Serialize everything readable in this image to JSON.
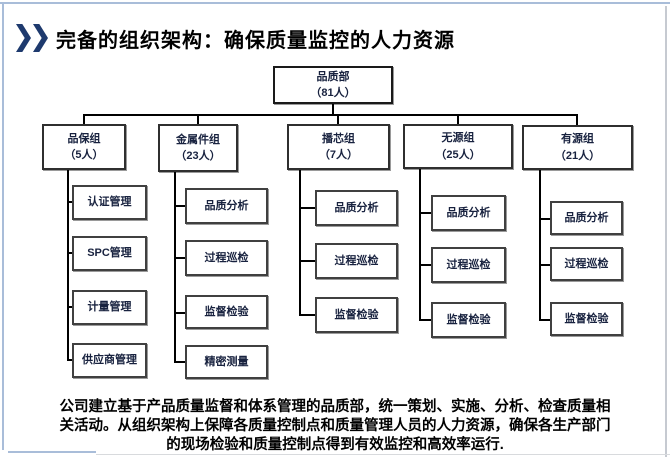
{
  "slide": {
    "title": "完备的组织架构：确保质量监控的人力资源",
    "chevron_icon": "double-right-chevron"
  },
  "colors": {
    "accent_navy": "#1e3a6e",
    "box_text_navy": "#18223f",
    "connector_black": "#000000",
    "frame_blue": "#a9bdd9",
    "frame_gray": "#c6cad1"
  },
  "org_chart": {
    "type": "org-tree",
    "root": {
      "name": "品质部",
      "count": "（81人）"
    },
    "groups": [
      {
        "name": "品保组",
        "count": "（5人）",
        "children": [
          "认证管理",
          "SPC管理",
          "计量管理",
          "供应商管理"
        ]
      },
      {
        "name": "金属件组",
        "count": "（23人）",
        "children": [
          "品质分析",
          "过程巡检",
          "监督检验",
          "精密测量"
        ]
      },
      {
        "name": "播芯组",
        "count": "（7人）",
        "children": [
          "品质分析",
          "过程巡检",
          "监督检验"
        ]
      },
      {
        "name": "无源组",
        "count": "（25人）",
        "children": [
          "品质分析",
          "过程巡检",
          "监督检验"
        ]
      },
      {
        "name": "有源组",
        "count": "（21人）",
        "children": [
          "品质分析",
          "过程巡检",
          "监督检验"
        ]
      }
    ]
  },
  "footer": {
    "lines": [
      "公司建立基于产品质量监督和体系管理的品质部，统一策划、实施、分析、检查质量相",
      "关活动。从组织架构上保障各质量控制点和质量管理人员的人力资源，确保各生产部门",
      "的现场检验和质量控制点得到有效监控和高效率运行."
    ]
  }
}
